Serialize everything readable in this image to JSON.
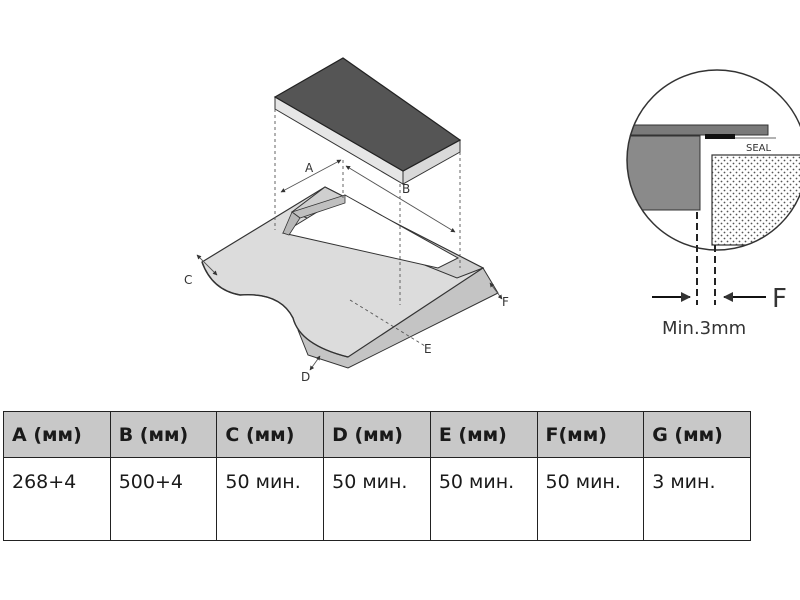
{
  "diagram": {
    "labels": {
      "A": "A",
      "B": "B",
      "C": "C",
      "D": "D",
      "E": "E",
      "F": "F"
    },
    "detail": {
      "seal_label": "SEAL",
      "arrow_label": "F",
      "gap_label": "Min.3mm"
    }
  },
  "table": {
    "headers": [
      "A (мм)",
      "B (мм)",
      "C (мм)",
      "D (мм)",
      "E (мм)",
      "F(мм)",
      "G (мм)"
    ],
    "values": [
      "268+4",
      "500+4",
      "50 мин.",
      "50 мин.",
      "50 мин.",
      "50 мин.",
      "3 мин."
    ]
  },
  "colors": {
    "hob_top": "#555555",
    "hob_side": "#e6e6e6",
    "worktop": "#dcdcdc",
    "worktop_edge": "#c4c4c4",
    "cutout_wall": "#cfcfcf",
    "table_header": "#c8c8c8"
  }
}
